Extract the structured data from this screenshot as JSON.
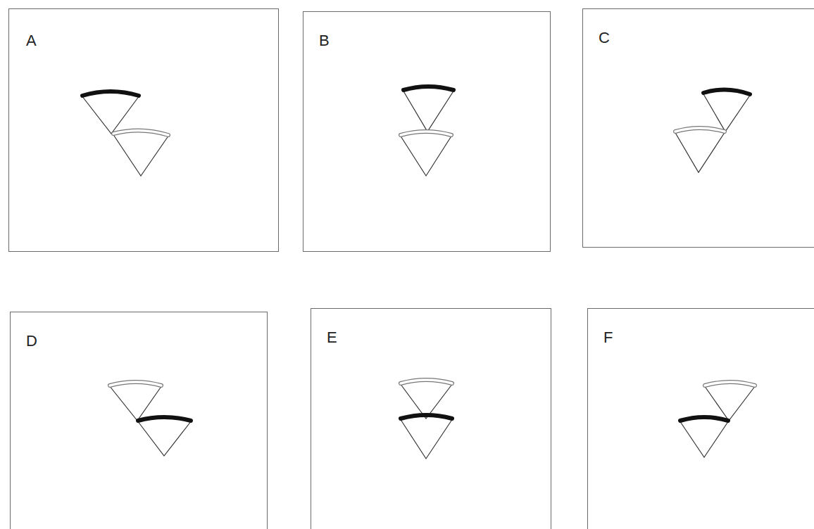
{
  "diagram": {
    "nodes": [
      {
        "text": [
          "A"
        ]
      },
      {
        "text": [
          "B"
        ]
      },
      {
        "text": [
          "C"
        ]
      },
      {
        "text": [
          "D"
        ]
      },
      {
        "text": [
          "E"
        ]
      },
      {
        "text": [
          "F"
        ]
      }
    ]
  }
}
